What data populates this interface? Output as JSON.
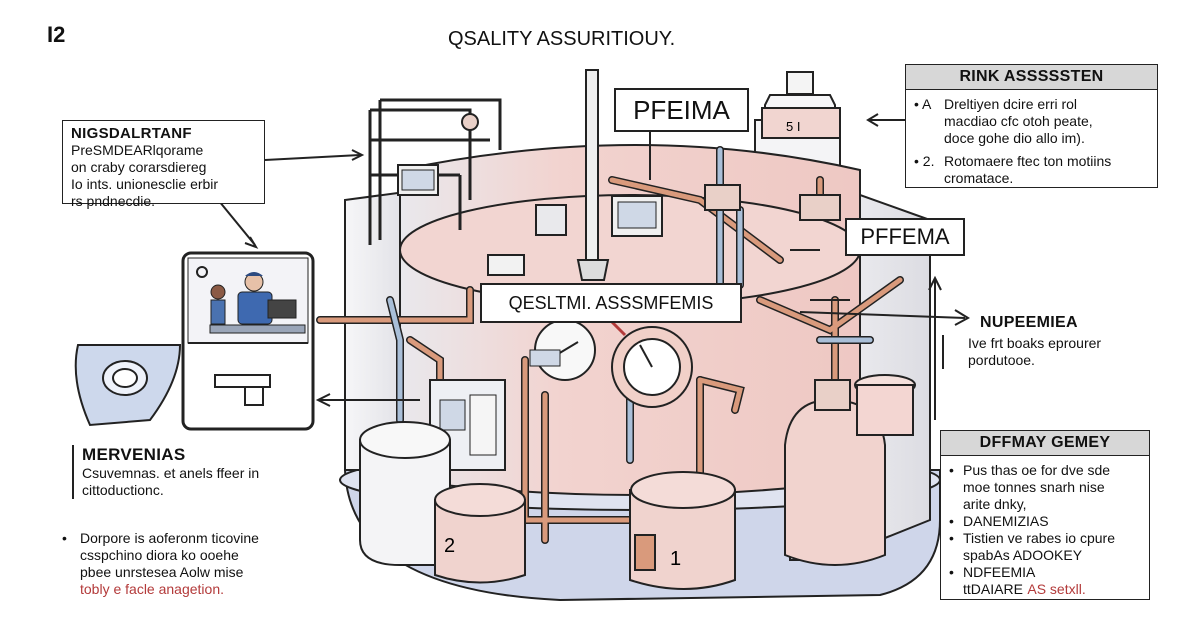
{
  "logo": "I2",
  "title": "QSALITY ASSURITIOUY.",
  "labels": {
    "pfeima": "PFEIMA",
    "pffema": "PFFEMA",
    "center": "QESLTMI. ASSSMFEMIS",
    "tank_2": "2",
    "tank_1": "1",
    "top_tank": "5 I"
  },
  "left_box": {
    "title": "NIGSDALRTANF",
    "lines": [
      "PreSMDEARlqorame",
      "on craby corarsdiereg",
      "Io ints. unionesclie erbir",
      "rs pndnecdie."
    ]
  },
  "left_mid": {
    "title": "MERVENIAS",
    "lines": [
      "Csuvemnas. et anels ffeer in",
      "cittoductionc."
    ]
  },
  "left_bottom": {
    "bullet": "•",
    "lines": [
      "Dorpore is aoferonm ticovine",
      "csspchino diora ko ooehe",
      "pbee unrstesea Aolw mise"
    ],
    "highlight": "tobly e facle anagetion."
  },
  "right_top": {
    "title": "RINK ASSSSSTEN",
    "items": [
      {
        "num": "• A",
        "lines": [
          "Dreltiyen dcire erri rol",
          "macdiao cfc otoh peate,",
          "doce gohe dio allo im)."
        ]
      },
      {
        "num": "• 2.",
        "lines": [
          "Rotomaere ftec ton motiins",
          "cromatace."
        ]
      }
    ]
  },
  "right_mid": {
    "title": "NUPEEMIEA",
    "lines": [
      "Ive frt boaks eprourer",
      "pordutooe."
    ]
  },
  "right_bottom": {
    "title": "DFFMAY GEMEY",
    "items": [
      {
        "bullet": "•",
        "text": "Pus thas oe for dve sde"
      },
      {
        "bullet": "",
        "text": "moe tonnes snarh nise"
      },
      {
        "bullet": "",
        "text": "arite dnky,"
      },
      {
        "bullet": "•",
        "text": "DANEMIZIAS"
      },
      {
        "bullet": "•",
        "text": "Tistien ve rabes io cpure"
      },
      {
        "bullet": "",
        "text": "spabAs ADOOKEY"
      },
      {
        "bullet": "•",
        "text": "NDFEEMIA"
      }
    ],
    "highlight_prefix": "ttDAIARE",
    "highlight_suffix": "AS setxll."
  },
  "colors": {
    "tank_pink": "#f3d6d2",
    "tank_grey": "#ececef",
    "base_blue": "#cfd6ea",
    "copper": "#d99a7c",
    "pipe_blue": "#a9bfd8",
    "highlight_red": "#b33a3a",
    "title_bar": "#d7d7d7"
  }
}
